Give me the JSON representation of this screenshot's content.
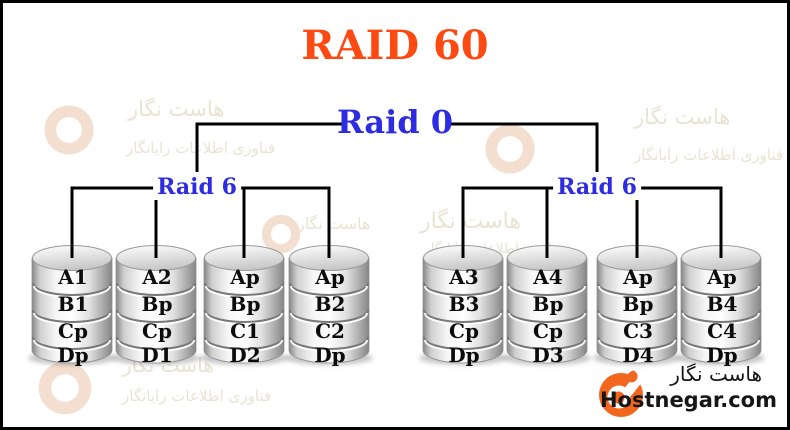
{
  "title": {
    "text": "RAID 60",
    "color": "#fe4a12"
  },
  "tree": {
    "root": {
      "label": "Raid 0"
    },
    "label_color": "#2d2ce2",
    "line_color": "#000000",
    "groups": [
      {
        "label": "Raid 6",
        "disks": [
          {
            "rows": [
              "A1",
              "B1",
              "Cp",
              "Dp"
            ]
          },
          {
            "rows": [
              "A2",
              "Bp",
              "Cp",
              "D1"
            ]
          },
          {
            "rows": [
              "Ap",
              "Bp",
              "C1",
              "D2"
            ]
          },
          {
            "rows": [
              "Ap",
              "B2",
              "C2",
              "Dp"
            ]
          }
        ]
      },
      {
        "label": "Raid 6",
        "disks": [
          {
            "rows": [
              "A3",
              "B3",
              "Cp",
              "Dp"
            ]
          },
          {
            "rows": [
              "A4",
              "Bp",
              "Cp",
              "D3"
            ]
          },
          {
            "rows": [
              "Ap",
              "Bp",
              "C3",
              "D4"
            ]
          },
          {
            "rows": [
              "Ap",
              "B4",
              "C4",
              "Dp"
            ]
          }
        ]
      }
    ]
  },
  "watermark": {
    "line1": "هاست نگار",
    "line2": "فناوری اطلاعات رایانگار"
  },
  "branding": {
    "name_fa": "هاست نگار",
    "site": "Hostnegar.com",
    "logo_color": "#f2661e"
  }
}
